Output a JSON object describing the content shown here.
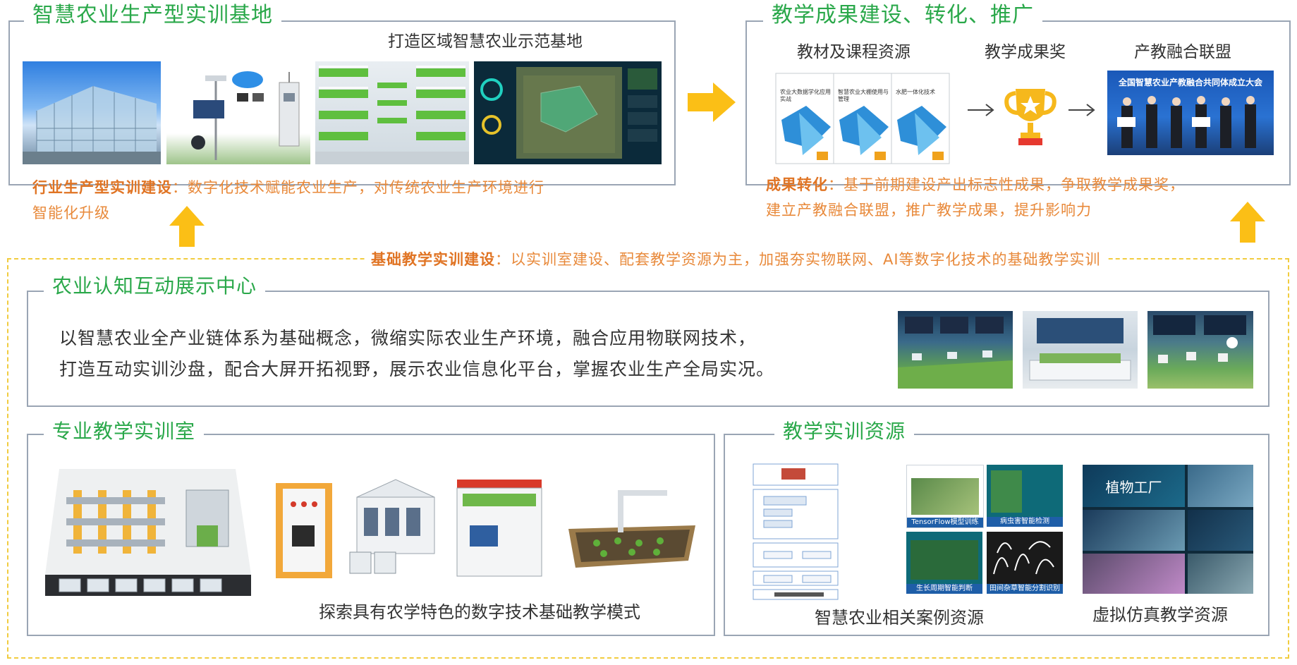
{
  "top_left": {
    "title": "智慧农业生产型实训基地",
    "subtitle": "打造区域智慧农业示范基地",
    "desc_bold": "行业生产型实训建设",
    "desc_line1": "：数字化技术赋能农业生产，对传统农业生产环境进行",
    "desc_line2": "智能化升级"
  },
  "top_right": {
    "title": "教学成果建设、转化、推广",
    "col1": "教材及课程资源",
    "col2": "教学成果奖",
    "col3": "产教融合联盟",
    "banner_text": "全国智慧农业产教融合共同体成立大会",
    "desc_bold": "成果转化",
    "desc_line1": "：基于前期建设产出标志性成果，争取教学成果奖，",
    "desc_line2": "建立产教融合联盟，推广教学成果，提升影响力",
    "book_titles": [
      "农业大数据学化应用实战",
      "智慧农业大棚使用与管理",
      "水肥一体化技术"
    ]
  },
  "foundation": {
    "bold": "基础教学实训建设",
    "text": "：以实训室建设、配套教学资源为主，加强夯实物联网、AI等数字化技术的基础教学实训"
  },
  "cognition": {
    "title": "农业认知互动展示中心",
    "line1": "以智慧农业全产业链体系为基础概念，微缩实际农业生产环境，融合应用物联网技术，",
    "line2": "打造互动实训沙盘，配合大屏开拓视野，展示农业信息化平台，掌握农业生产全局实况。"
  },
  "lab": {
    "title": "专业教学实训室",
    "caption": "探索具有农学特色的数字技术基础教学模式"
  },
  "resources": {
    "title": "教学实训资源",
    "caption1": "智慧农业相关案例资源",
    "caption2": "虚拟仿真教学资源",
    "tile_labels": [
      "TensorFlow模型训练",
      "病虫害智能检测",
      "生长周期智能判断",
      "田间杂草智能分割识别"
    ],
    "vr_title": "植物工厂"
  },
  "colors": {
    "green_title": "#2aa84a",
    "orange": "#e8893a",
    "frame": "#9aa5b4",
    "arrow": "#fbbf16",
    "dashed": "#f1cc3f"
  }
}
